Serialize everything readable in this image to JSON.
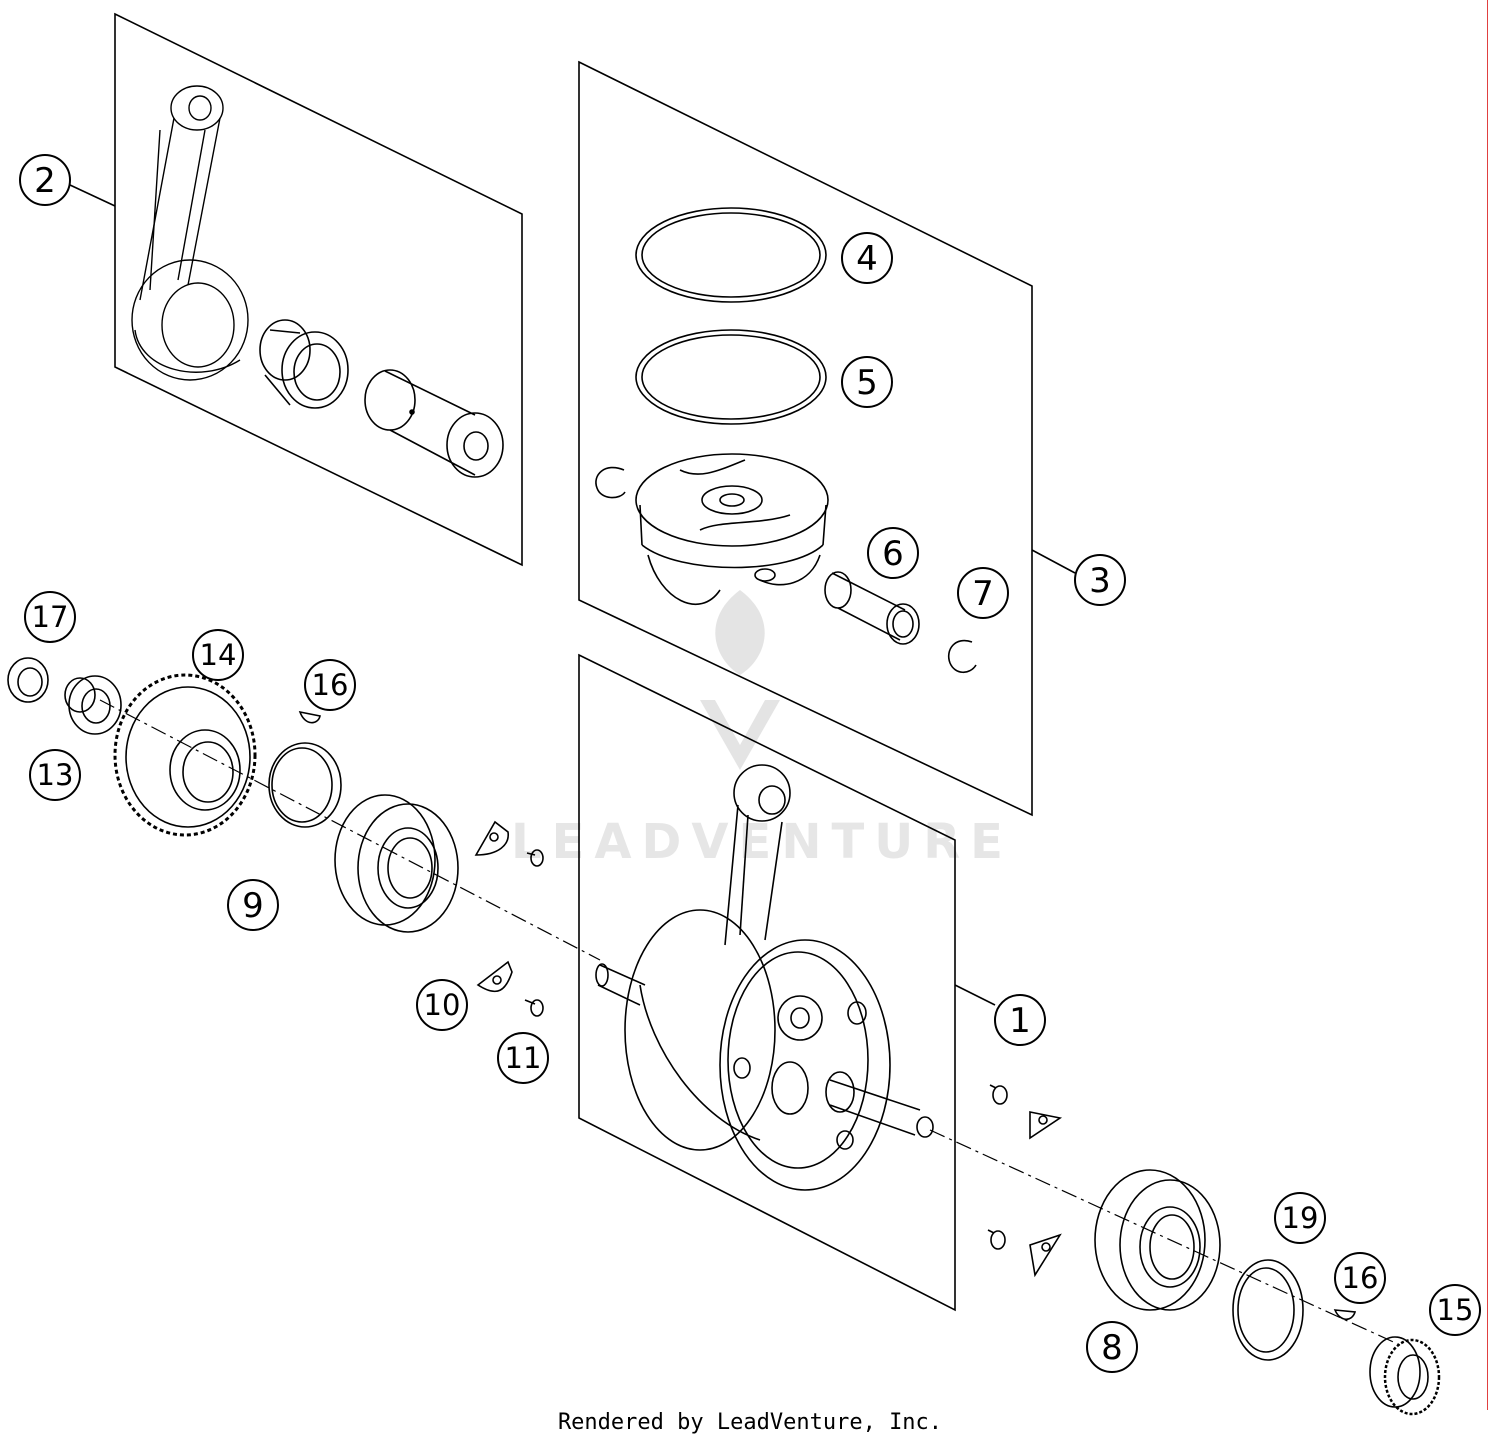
{
  "callouts": [
    {
      "id": "1",
      "label": "1"
    },
    {
      "id": "2",
      "label": "2"
    },
    {
      "id": "3",
      "label": "3"
    },
    {
      "id": "4",
      "label": "4"
    },
    {
      "id": "5",
      "label": "5"
    },
    {
      "id": "6",
      "label": "6"
    },
    {
      "id": "7",
      "label": "7"
    },
    {
      "id": "8",
      "label": "8"
    },
    {
      "id": "9",
      "label": "9"
    },
    {
      "id": "10",
      "label": "10"
    },
    {
      "id": "11",
      "label": "11"
    },
    {
      "id": "13",
      "label": "13"
    },
    {
      "id": "14",
      "label": "14"
    },
    {
      "id": "15",
      "label": "15"
    },
    {
      "id": "16a",
      "label": "16"
    },
    {
      "id": "16b",
      "label": "16"
    },
    {
      "id": "17",
      "label": "17"
    },
    {
      "id": "19",
      "label": "19"
    }
  ],
  "watermark": "LEADVENTURE",
  "credit": "Rendered by LeadVenture, Inc.",
  "colors": {
    "line": "#000000",
    "watermark": "#d9d9d9",
    "edge": "#e04040"
  }
}
